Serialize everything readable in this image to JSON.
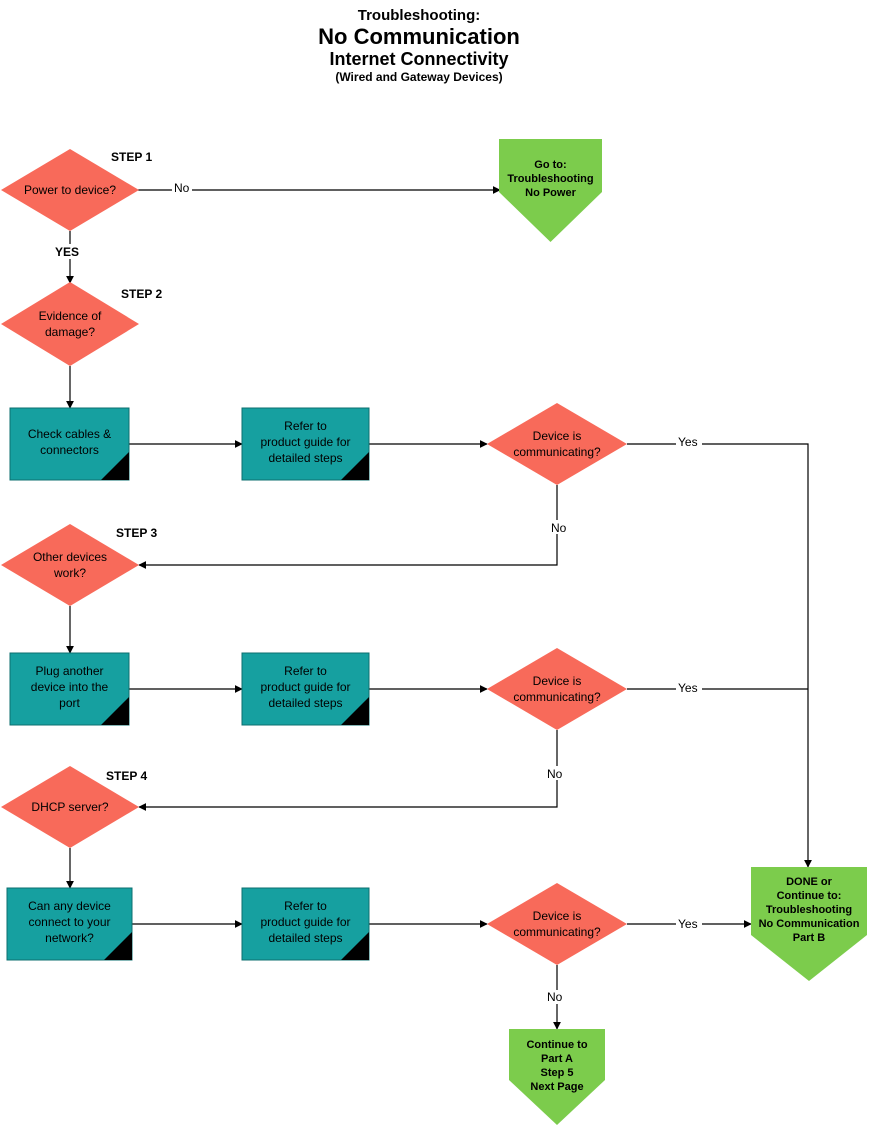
{
  "header": {
    "line1": "Troubleshooting:",
    "line2": "No Communication",
    "line3": "Internet Connectivity",
    "line4": "(Wired and Gateway Devices)"
  },
  "steps": {
    "step1": "STEP 1",
    "step2": "STEP 2",
    "step3": "STEP 3",
    "step4": "STEP 4"
  },
  "nodes": {
    "power": [
      "Power to device?"
    ],
    "damage": [
      "Evidence of",
      "damage?"
    ],
    "cables": [
      "Check cables &",
      "connectors"
    ],
    "guide1": [
      "Refer to",
      "product guide for",
      "detailed steps"
    ],
    "comm1": [
      "Device is",
      "communicating?"
    ],
    "other": [
      "Other devices",
      "work?"
    ],
    "plug": [
      "Plug another",
      "device into the",
      "port"
    ],
    "guide2": [
      "Refer to",
      "product guide for",
      "detailed steps"
    ],
    "comm2": [
      "Device is",
      "communicating?"
    ],
    "dhcp": [
      "DHCP server?"
    ],
    "network": [
      "Can any device",
      "connect to your",
      "network?"
    ],
    "guide3": [
      "Refer to",
      "product guide for",
      "detailed steps"
    ],
    "comm3": [
      "Device is",
      "communicating?"
    ],
    "nopower": [
      "Go to:",
      "Troubleshooting",
      "No Power"
    ],
    "done": [
      "DONE or",
      "Continue to:",
      "Troubleshooting",
      "No Communication",
      "Part B"
    ],
    "partA": [
      "Continue to",
      "Part A",
      "Step 5",
      "Next Page"
    ]
  },
  "labels": {
    "no_power": "No",
    "yes_power": "YES",
    "yes1": "Yes",
    "no1": "No",
    "yes2": "Yes",
    "no2": "No",
    "yes3": "Yes",
    "no3": "No"
  },
  "colors": {
    "diamond": "#f86a5a",
    "process": "#16a0a0",
    "terminal": "#7ccc4c",
    "line": "#000000"
  }
}
